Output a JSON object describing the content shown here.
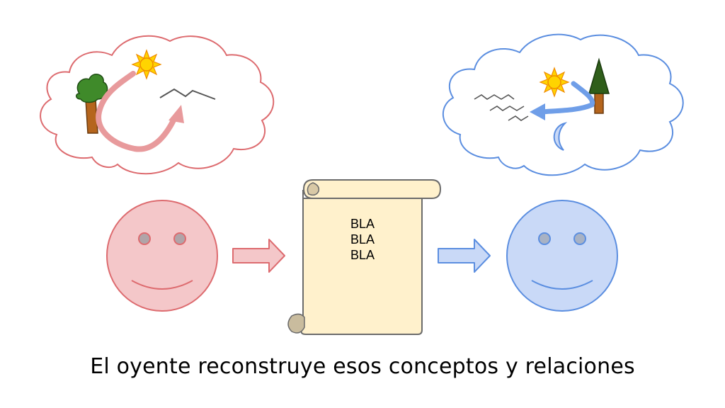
{
  "caption": "El oyente reconstruye esos conceptos y relaciones",
  "scroll": {
    "lines": [
      "BLA",
      "BLA",
      "BLA"
    ]
  },
  "colors": {
    "speaker_fill": "#f4c7c9",
    "speaker_stroke": "#dd6b6f",
    "listener_fill": "#c9d9f7",
    "listener_stroke": "#5b8ee0",
    "speaker_arrow": "#e89a9c",
    "listener_arrow": "#6f9ee8",
    "scroll_fill": "#fff1cc",
    "scroll_stroke": "#6b6b6b",
    "sun_fill": "#ffd400",
    "sun_stroke": "#f08c00",
    "trunk": "#b5651d",
    "foliage": "#3f8a2a",
    "pine": "#2f5e1a"
  },
  "icons": {
    "speaker_face": "smiley-face-icon",
    "listener_face": "smiley-face-icon",
    "sun": "sun-icon",
    "tree": "tree-icon",
    "pine": "pine-tree-icon",
    "moon": "crescent-moon-icon",
    "birds": "birds-icon",
    "message": "scroll-icon"
  }
}
